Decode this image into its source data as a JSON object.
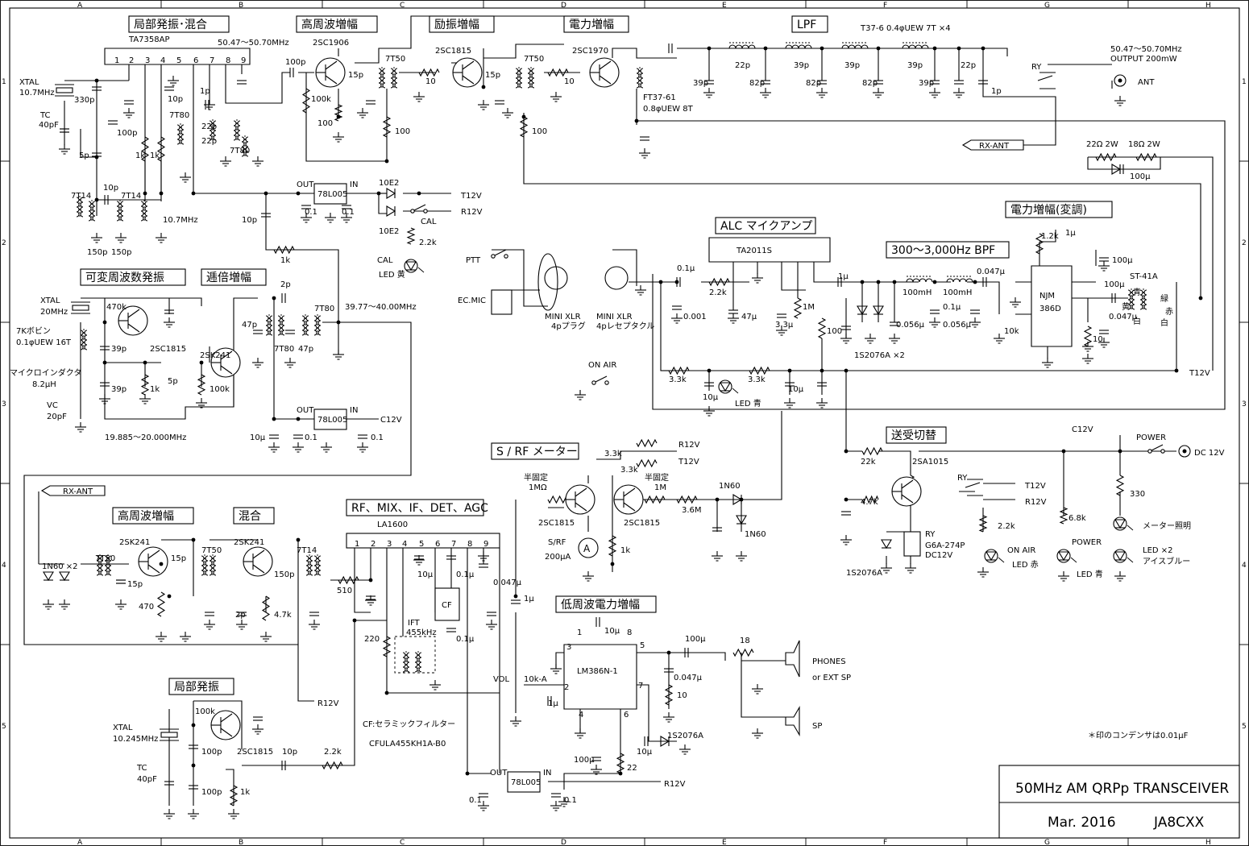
{
  "grid": {
    "cols": [
      "A",
      "B",
      "C",
      "D",
      "E",
      "F",
      "G",
      "H"
    ],
    "rows": [
      "1",
      "2",
      "3",
      "4",
      "5"
    ]
  },
  "sections": [
    {
      "key": "lo_mix",
      "text": "局部発振･混合"
    },
    {
      "key": "rf_amp",
      "text": "高周波増幅"
    },
    {
      "key": "drv",
      "text": "励振増幅"
    },
    {
      "key": "pa",
      "text": "電力増幅"
    },
    {
      "key": "lpf",
      "text": "LPF"
    },
    {
      "key": "vfo",
      "text": "可変周波数発振"
    },
    {
      "key": "mult",
      "text": "逓倍増幅"
    },
    {
      "key": "alc",
      "text": "ALC マイクアンプ"
    },
    {
      "key": "bpf",
      "text": "300～3,000Hz BPF"
    },
    {
      "key": "pa_mod",
      "text": "電力増幅(変調)"
    },
    {
      "key": "meter",
      "text": "S / RF メーター"
    },
    {
      "key": "trsw",
      "text": "送受切替"
    },
    {
      "key": "rx_mix",
      "text": "RF、MIX、IF、DET、AGC"
    },
    {
      "key": "rx_rf",
      "text": "高周波増幅"
    },
    {
      "key": "rx_mixer",
      "text": "混合"
    },
    {
      "key": "af_pa",
      "text": "低周波電力増幅"
    },
    {
      "key": "rx_lo",
      "text": "局部発振"
    }
  ],
  "labels": [
    {
      "k": "ta7358",
      "t": "TA7358AP"
    },
    {
      "k": "f50a",
      "t": "50.47～50.70MHz"
    },
    {
      "k": "p1",
      "t": "1"
    },
    {
      "k": "p2",
      "t": "2"
    },
    {
      "k": "p3",
      "t": "3"
    },
    {
      "k": "p4",
      "t": "4"
    },
    {
      "k": "p5",
      "t": "5"
    },
    {
      "k": "p6",
      "t": "6"
    },
    {
      "k": "p7",
      "t": "7"
    },
    {
      "k": "p8",
      "t": "8"
    },
    {
      "k": "p9",
      "t": "9"
    },
    {
      "k": "xtal1",
      "t": "XTAL"
    },
    {
      "k": "xtal1f",
      "t": "10.7MHz"
    },
    {
      "k": "c330",
      "t": "330p"
    },
    {
      "k": "tc1",
      "t": "TC"
    },
    {
      "k": "tc1v",
      "t": "40pF"
    },
    {
      "k": "c10pa",
      "t": "10p"
    },
    {
      "k": "c100pa",
      "t": "100p"
    },
    {
      "k": "r1ka",
      "t": "1k"
    },
    {
      "k": "r1kb",
      "t": "1k"
    },
    {
      "k": "c5p",
      "t": "5p"
    },
    {
      "k": "t7t80a",
      "t": "7T80"
    },
    {
      "k": "c1p",
      "t": "1p"
    },
    {
      "k": "c22pa",
      "t": "22p"
    },
    {
      "k": "c22pb",
      "t": "22p"
    },
    {
      "k": "t7t80b",
      "t": "7T80"
    },
    {
      "k": "t7t14a",
      "t": "7T14"
    },
    {
      "k": "t7t14b",
      "t": "7T14"
    },
    {
      "k": "c10pb",
      "t": "10p"
    },
    {
      "k": "c150a",
      "t": "150p"
    },
    {
      "k": "c150b",
      "t": "150p"
    },
    {
      "k": "f107",
      "t": "10.7MHz"
    },
    {
      "k": "c100pb",
      "t": "100p"
    },
    {
      "k": "q1906",
      "t": "2SC1906"
    },
    {
      "k": "r100k",
      "t": "100k"
    },
    {
      "k": "r100a",
      "t": "100"
    },
    {
      "k": "c15pa",
      "t": "15p"
    },
    {
      "k": "t7t50a",
      "t": "7T50"
    },
    {
      "k": "r10a",
      "t": "10"
    },
    {
      "k": "q1815a",
      "t": "2SC1815"
    },
    {
      "k": "c15pb",
      "t": "15p"
    },
    {
      "k": "t7t50b",
      "t": "7T50"
    },
    {
      "k": "r100b",
      "t": "100"
    },
    {
      "k": "r100c",
      "t": "100"
    },
    {
      "k": "r10b",
      "t": "10"
    },
    {
      "k": "q1970",
      "t": "2SC1970"
    },
    {
      "k": "ft37",
      "t": "FT37-61"
    },
    {
      "k": "ft37w",
      "t": "0.8φUEW 8T"
    },
    {
      "k": "t376",
      "t": "T37-6  0.4φUEW 7T ×4"
    },
    {
      "k": "l39a",
      "t": "39p"
    },
    {
      "k": "l22p",
      "t": "22p"
    },
    {
      "k": "l82a",
      "t": "82p"
    },
    {
      "k": "l39b",
      "t": "39p"
    },
    {
      "k": "l82b",
      "t": "82p"
    },
    {
      "k": "l39c",
      "t": "39p"
    },
    {
      "k": "l82c",
      "t": "82p"
    },
    {
      "k": "l39d",
      "t": "39p"
    },
    {
      "k": "l39e",
      "t": "39p"
    },
    {
      "k": "l22q",
      "t": "22p"
    },
    {
      "k": "l1p",
      "t": "1p"
    },
    {
      "k": "ry",
      "t": "RY"
    },
    {
      "k": "fout",
      "t": "50.47～50.70MHz"
    },
    {
      "k": "pout",
      "t": "OUTPUT  200mW"
    },
    {
      "k": "ant",
      "t": "ANT"
    },
    {
      "k": "rxant1",
      "t": "RX-ANT"
    },
    {
      "k": "r22",
      "t": "22Ω 2W"
    },
    {
      "k": "r18",
      "t": "18Ω 2W"
    },
    {
      "k": "c100u",
      "t": "100μ"
    },
    {
      "k": "reg1o",
      "t": "OUT"
    },
    {
      "k": "reg1",
      "t": "78L005"
    },
    {
      "k": "reg1i",
      "t": "IN"
    },
    {
      "k": "c01a",
      "t": "0.1"
    },
    {
      "k": "c01b",
      "t": "0.1"
    },
    {
      "k": "d10e2a",
      "t": "10E2"
    },
    {
      "k": "d10e2b",
      "t": "10E2"
    },
    {
      "k": "t12v1",
      "t": "T12V"
    },
    {
      "k": "r12v1",
      "t": "R12V"
    },
    {
      "k": "c10pc",
      "t": "10p"
    },
    {
      "k": "r1kc",
      "t": "1k"
    },
    {
      "k": "cal",
      "t": "CAL"
    },
    {
      "k": "r22k",
      "t": "2.2k"
    },
    {
      "k": "called",
      "t": "CAL"
    },
    {
      "k": "ledy",
      "t": "LED 黄"
    },
    {
      "k": "xtal2",
      "t": "XTAL"
    },
    {
      "k": "xtal2f",
      "t": "20MHz"
    },
    {
      "k": "r470k",
      "t": "470k"
    },
    {
      "k": "c39pa",
      "t": "39p"
    },
    {
      "k": "c39pb",
      "t": "39p"
    },
    {
      "k": "c5pb",
      "t": "5p"
    },
    {
      "k": "r1kd",
      "t": "1k"
    },
    {
      "k": "q1815b",
      "t": "2SC1815"
    },
    {
      "k": "bob",
      "t": "7Kボビン"
    },
    {
      "k": "bobw",
      "t": "0.1φUEW 16T"
    },
    {
      "k": "mind",
      "t": "マイクロインダクタ"
    },
    {
      "k": "mindv",
      "t": "8.2μH"
    },
    {
      "k": "vc",
      "t": "VC"
    },
    {
      "k": "vcv",
      "t": "20pF"
    },
    {
      "k": "fvfo",
      "t": "19.885～20.000MHz"
    },
    {
      "k": "q241a",
      "t": "2SK241"
    },
    {
      "k": "r100kb",
      "t": "100k"
    },
    {
      "k": "c2p",
      "t": "2p"
    },
    {
      "k": "c47pa",
      "t": "47p"
    },
    {
      "k": "c47pb",
      "t": "47p"
    },
    {
      "k": "t7t80c",
      "t": "7T80"
    },
    {
      "k": "t7t80d",
      "t": "7T80"
    },
    {
      "k": "f3977",
      "t": "39.77～40.00MHz"
    },
    {
      "k": "reg2o",
      "t": "OUT"
    },
    {
      "k": "reg2",
      "t": "78L005"
    },
    {
      "k": "reg2i",
      "t": "IN"
    },
    {
      "k": "c10u",
      "t": "10μ"
    },
    {
      "k": "c01c",
      "t": "0.1"
    },
    {
      "k": "c01d",
      "t": "0.1"
    },
    {
      "k": "c12v1",
      "t": "C12V"
    },
    {
      "k": "ptt",
      "t": "PTT"
    },
    {
      "k": "ecmic",
      "t": "EC.MIC"
    },
    {
      "k": "xlrp",
      "t": "MINI XLR"
    },
    {
      "k": "xlrp2",
      "t": "4pプラグ"
    },
    {
      "k": "xlrr",
      "t": "MINI XLR"
    },
    {
      "k": "xlrr2",
      "t": "4pレセプタクル"
    },
    {
      "k": "ta2011",
      "t": "TA2011S"
    },
    {
      "k": "c01e",
      "t": "0.1μ"
    },
    {
      "k": "r22kb",
      "t": "2.2k"
    },
    {
      "k": "c47u",
      "t": "47μ"
    },
    {
      "k": "c0001",
      "t": "0.001"
    },
    {
      "k": "c33u",
      "t": "3.3μ"
    },
    {
      "k": "r1m",
      "t": "1M"
    },
    {
      "k": "r100d",
      "t": "100"
    },
    {
      "k": "c1u",
      "t": "1μ"
    },
    {
      "k": "d2076",
      "t": "1S2076A ×2"
    },
    {
      "k": "l100a",
      "t": "100mH"
    },
    {
      "k": "l100b",
      "t": "100mH"
    },
    {
      "k": "c0056a",
      "t": "0.056μ"
    },
    {
      "k": "c01f",
      "t": "0.1μ"
    },
    {
      "k": "c0056b",
      "t": "0.056μ"
    },
    {
      "k": "c0047",
      "t": "0.047μ"
    },
    {
      "k": "r10k",
      "t": "10k"
    },
    {
      "k": "njm",
      "t": "NJM"
    },
    {
      "k": "njm2",
      "t": "386D"
    },
    {
      "k": "r12k",
      "t": "1.2k"
    },
    {
      "k": "c1ub",
      "t": "1μ"
    },
    {
      "k": "c100ub",
      "t": "100μ"
    },
    {
      "k": "c100uc",
      "t": "100μ"
    },
    {
      "k": "c0047b",
      "t": "0.047μ"
    },
    {
      "k": "r10c",
      "t": "10"
    },
    {
      "k": "st41",
      "t": "ST-41A"
    },
    {
      "k": "ao",
      "t": "青"
    },
    {
      "k": "ki",
      "t": "黄"
    },
    {
      "k": "shiro1",
      "t": "白"
    },
    {
      "k": "midori",
      "t": "緑"
    },
    {
      "k": "aka",
      "t": "赤"
    },
    {
      "k": "shiro2",
      "t": "白"
    },
    {
      "k": "t12v2",
      "t": "T12V"
    },
    {
      "k": "onair",
      "t": "ON AIR"
    },
    {
      "k": "r33ka",
      "t": "3.3k"
    },
    {
      "k": "r33kb",
      "t": "3.3k"
    },
    {
      "k": "c10ub",
      "t": "10μ"
    },
    {
      "k": "c10uc",
      "t": "10μ"
    },
    {
      "k": "ledb",
      "t": "LED 青"
    },
    {
      "k": "r12v2",
      "t": "R12V"
    },
    {
      "k": "t12v3",
      "t": "T12V"
    },
    {
      "k": "r33kc",
      "t": "3.3k"
    },
    {
      "k": "r33kd",
      "t": "3.3k"
    },
    {
      "k": "hk1",
      "t": "半固定"
    },
    {
      "k": "hk1v",
      "t": "1MΩ"
    },
    {
      "k": "hk2",
      "t": "半固定"
    },
    {
      "k": "hk2v",
      "t": "1M"
    },
    {
      "k": "r36m",
      "t": "3.6M"
    },
    {
      "k": "d1n60a",
      "t": "1N60"
    },
    {
      "k": "d1n60b",
      "t": "1N60"
    },
    {
      "k": "q1815c",
      "t": "2SC1815"
    },
    {
      "k": "q1815d",
      "t": "2SC1815"
    },
    {
      "k": "srf",
      "t": "S/RF"
    },
    {
      "k": "srfv",
      "t": "200μA"
    },
    {
      "k": "r1ke",
      "t": "1k"
    },
    {
      "k": "c12v2",
      "t": "C12V"
    },
    {
      "k": "power",
      "t": "POWER"
    },
    {
      "k": "dc12",
      "t": "DC 12V"
    },
    {
      "k": "r22kc",
      "t": "22k"
    },
    {
      "k": "q1015",
      "t": "2SA1015"
    },
    {
      "k": "r47k",
      "t": "4.7k"
    },
    {
      "k": "d2076b",
      "t": "1S2076A"
    },
    {
      "k": "ry2",
      "t": "RY"
    },
    {
      "k": "ryv",
      "t": "G6A-274P"
    },
    {
      "k": "ryv2",
      "t": "DC12V"
    },
    {
      "k": "ry3",
      "t": "RY"
    },
    {
      "k": "t12v4",
      "t": "T12V"
    },
    {
      "k": "r12v3",
      "t": "R12V"
    },
    {
      "k": "r22kd",
      "t": "2.2k"
    },
    {
      "k": "r68k",
      "t": "6.8k"
    },
    {
      "k": "r330",
      "t": "330"
    },
    {
      "k": "onair2",
      "t": "ON AIR"
    },
    {
      "k": "ledr",
      "t": "LED 赤"
    },
    {
      "k": "power2",
      "t": "POWER"
    },
    {
      "k": "ledb2",
      "t": "LED 青"
    },
    {
      "k": "meterl",
      "t": "メーター照明"
    },
    {
      "k": "ledx2",
      "t": "LED ×2"
    },
    {
      "k": "iceblue",
      "t": "アイスブルー"
    },
    {
      "k": "rxant2",
      "t": "RX-ANT"
    },
    {
      "k": "d1n60c",
      "t": "1N60 ×2"
    },
    {
      "k": "t7t50c",
      "t": "7T50"
    },
    {
      "k": "q241b",
      "t": "2SK241"
    },
    {
      "k": "c15pc",
      "t": "15p"
    },
    {
      "k": "c15pd",
      "t": "15p"
    },
    {
      "k": "r470",
      "t": "470"
    },
    {
      "k": "t7t50d",
      "t": "7T50"
    },
    {
      "k": "q241c",
      "t": "2SK241"
    },
    {
      "k": "c2pb",
      "t": "2p"
    },
    {
      "k": "c150pc",
      "t": "150p"
    },
    {
      "k": "r47kb",
      "t": "4.7k"
    },
    {
      "k": "t7t14c",
      "t": "7T14"
    },
    {
      "k": "r510",
      "t": "510"
    },
    {
      "k": "la1600",
      "t": "LA1600"
    },
    {
      "k": "lp1",
      "t": "1"
    },
    {
      "k": "lp2",
      "t": "2"
    },
    {
      "k": "lp3",
      "t": "3"
    },
    {
      "k": "lp4",
      "t": "4"
    },
    {
      "k": "lp5",
      "t": "5"
    },
    {
      "k": "lp6",
      "t": "6"
    },
    {
      "k": "lp7",
      "t": "7"
    },
    {
      "k": "lp8",
      "t": "8"
    },
    {
      "k": "lp9",
      "t": "9"
    },
    {
      "k": "c10ud",
      "t": "10μ"
    },
    {
      "k": "c01g",
      "t": "0.1μ"
    },
    {
      "k": "c0047c",
      "t": "0.047μ"
    },
    {
      "k": "cf",
      "t": "CF"
    },
    {
      "k": "ift",
      "t": "IFT"
    },
    {
      "k": "ift2",
      "t": "455kHz"
    },
    {
      "k": "r220",
      "t": "220"
    },
    {
      "k": "c01h",
      "t": "0.1μ"
    },
    {
      "k": "c1uc",
      "t": "1μ"
    },
    {
      "k": "cfnote",
      "t": "CF:セラミックフィルター"
    },
    {
      "k": "cfpart",
      "t": "CFULA455KH1A-B0"
    },
    {
      "k": "xtal3",
      "t": "XTAL"
    },
    {
      "k": "xtal3f",
      "t": "10.245MHz"
    },
    {
      "k": "r100kc",
      "t": "100k"
    },
    {
      "k": "q1815e",
      "t": "2SC1815"
    },
    {
      "k": "c100pc",
      "t": "100p"
    },
    {
      "k": "c100pd",
      "t": "100p"
    },
    {
      "k": "tc3",
      "t": "TC"
    },
    {
      "k": "tc3v",
      "t": "40pF"
    },
    {
      "k": "r1kf",
      "t": "1k"
    },
    {
      "k": "c10pd",
      "t": "10p"
    },
    {
      "k": "r22ke",
      "t": "2.2k"
    },
    {
      "k": "r12v4",
      "t": "R12V"
    },
    {
      "k": "lm386",
      "t": "LM386N-1"
    },
    {
      "k": "ap1",
      "t": "1"
    },
    {
      "k": "ap2",
      "t": "2"
    },
    {
      "k": "ap3",
      "t": "3"
    },
    {
      "k": "ap4",
      "t": "4"
    },
    {
      "k": "ap5",
      "t": "5"
    },
    {
      "k": "ap6",
      "t": "6"
    },
    {
      "k": "ap7",
      "t": "7"
    },
    {
      "k": "ap8",
      "t": "8"
    },
    {
      "k": "c10ue",
      "t": "10μ"
    },
    {
      "k": "c100ud",
      "t": "100μ"
    },
    {
      "k": "r18b",
      "t": "18"
    },
    {
      "k": "c0047d",
      "t": "0.047μ"
    },
    {
      "k": "r10d",
      "t": "10"
    },
    {
      "k": "vol",
      "t": "VOL"
    },
    {
      "k": "volv",
      "t": "10k-A"
    },
    {
      "k": "c1ud",
      "t": "1μ"
    },
    {
      "k": "c10uf",
      "t": "10μ"
    },
    {
      "k": "d2076c",
      "t": "1S2076A"
    },
    {
      "k": "c100ue",
      "t": "100μ"
    },
    {
      "k": "r22b",
      "t": "22"
    },
    {
      "k": "phones",
      "t": "PHONES"
    },
    {
      "k": "extsp",
      "t": "or EXT SP"
    },
    {
      "k": "sp",
      "t": "SP"
    },
    {
      "k": "reg3o",
      "t": "OUT"
    },
    {
      "k": "reg3",
      "t": "78L005"
    },
    {
      "k": "reg3i",
      "t": "IN"
    },
    {
      "k": "c01i",
      "t": "0.1"
    },
    {
      "k": "c01j",
      "t": "0.1"
    },
    {
      "k": "r12v5",
      "t": "R12V"
    },
    {
      "k": "note",
      "t": "＊印のコンデンサは0.01μF"
    }
  ],
  "title_block": {
    "title": "50MHz AM QRPp TRANSCEIVER",
    "date": "Mar.  2016",
    "author": "JA8CXX"
  }
}
